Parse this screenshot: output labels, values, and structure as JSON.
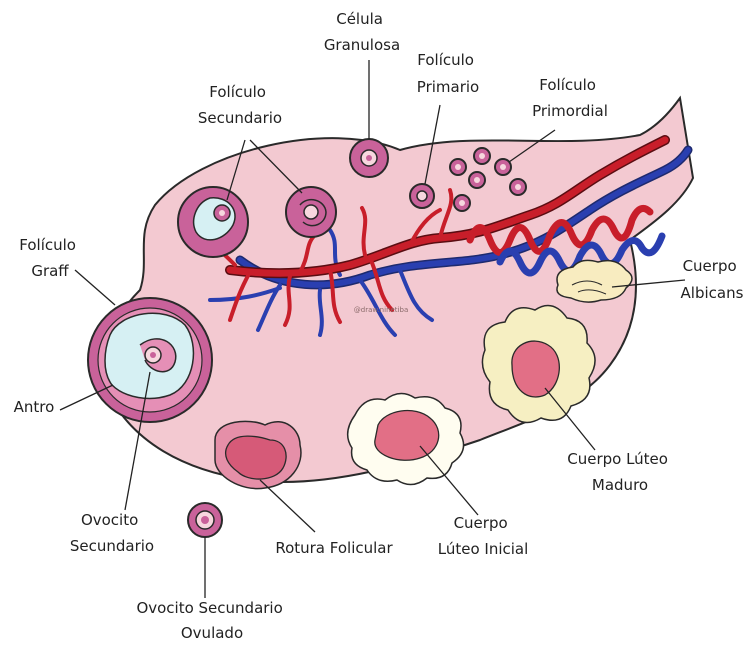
{
  "labels": {
    "celula_granulosa": [
      "Célula",
      "Granulosa"
    ],
    "foliculo_primario": [
      "Folículo",
      "Primario"
    ],
    "foliculo_primordial": [
      "Folículo",
      "Primordial"
    ],
    "foliculo_secundario": [
      "Folículo",
      "Secundario"
    ],
    "foliculo_graff": [
      "Folículo",
      "Graff"
    ],
    "cuerpo_albicans": [
      "Cuerpo",
      "Albicans"
    ],
    "antro": "Antro",
    "ovocito_secundario": [
      "Ovocito",
      "Secundario"
    ],
    "rotura_folicular": "Rotura Folicular",
    "cuerpo_luteo_inicial": [
      "Cuerpo",
      "Lúteo Inicial"
    ],
    "cuerpo_luteo_maduro": [
      "Cuerpo Lúteo",
      "Maduro"
    ],
    "ovocito_secundario_ovulado": [
      "Ovocito Secundario",
      "Ovulado"
    ]
  },
  "watermark": "@draw.ninetiba",
  "colors": {
    "ovary": "#f3c9d1",
    "follicle": "#c9629a",
    "antrum": "#d6f0f3",
    "artery": "#c81e2a",
    "vein": "#2a3fb0",
    "luteum": "#f6efc2",
    "luteum_core": "#e26f86",
    "albicans": "#f8ecc0",
    "rupture": "#e58fa8"
  }
}
